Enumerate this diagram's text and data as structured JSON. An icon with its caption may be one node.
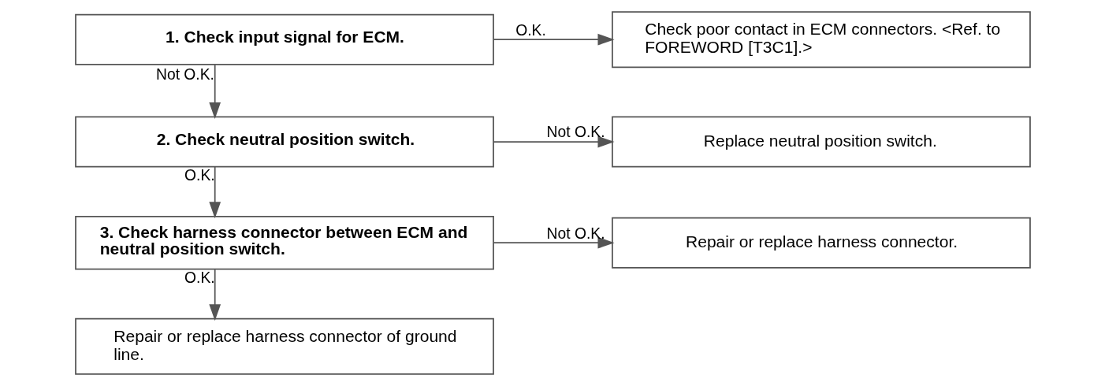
{
  "diagram": {
    "nodes": [
      {
        "text": [
          "1. Check input signal for ECM."
        ]
      },
      {
        "text": [
          "Check poor contact in ECM connectors. <Ref. to FOREWORD [T3C1].>"
        ]
      },
      {
        "text": [
          "2. Check neutral position switch."
        ]
      },
      {
        "text": [
          "Replace neutral position switch."
        ]
      },
      {
        "text": [
          "3. Check harness connector between ECM and neutral position switch."
        ]
      },
      {
        "text": [
          "Repair or replace harness connector."
        ]
      },
      {
        "text": [
          "Repair or replace harness connector of ground line."
        ]
      }
    ],
    "edges": [
      {
        "from": 0,
        "to": 1,
        "arrow": "to",
        "label": "O.K."
      },
      {
        "from": 0,
        "to": 2,
        "arrow": "to",
        "label": "Not O.K."
      },
      {
        "from": 2,
        "to": 3,
        "arrow": "to",
        "label": "Not O.K."
      },
      {
        "from": 2,
        "to": 4,
        "arrow": "to",
        "label": "O.K."
      },
      {
        "from": 4,
        "to": 5,
        "arrow": "to",
        "label": "Not O.K."
      },
      {
        "from": 4,
        "to": 6,
        "arrow": "to",
        "label": "O.K."
      }
    ]
  }
}
